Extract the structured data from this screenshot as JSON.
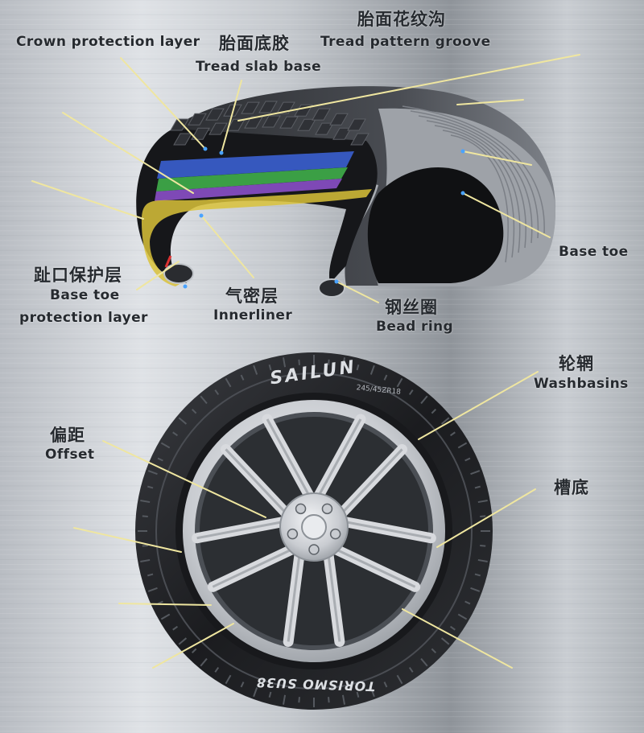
{
  "colors": {
    "background": "#c7cbd0",
    "tire_rubber": "#1a1b1e",
    "tread_dark": "#2a2c30",
    "rim_silver": "#d8dade",
    "leader_line": "#efe6a0",
    "label_text": "#262a2f",
    "layer_blue": "#3a5fd0",
    "layer_green": "#3fae4a",
    "layer_purple": "#8a4fc8",
    "layer_yellow": "#d9c23a"
  },
  "labels": {
    "tread_groove_cn": "胎面花纹沟",
    "crown_protection_en": "Crown protection layer",
    "tread_base_cn": "胎面底胶",
    "tread_groove_en": "Tread pattern groove",
    "tread_base_en": "Tread slab base",
    "base_toe_en": "Base toe",
    "toe_protection_cn": "趾口保护层",
    "toe_protection_en_1": "Base toe",
    "toe_protection_en_2": "protection layer",
    "innerliner_cn": "气密层",
    "innerliner_en": "Innerliner",
    "bead_ring_cn": "钢丝圈",
    "bead_ring_en": "Bead ring",
    "rim_cn": "轮辋",
    "rim_en": "Washbasins",
    "offset_cn": "偏距",
    "offset_en": "Offset",
    "groove_bottom_cn": "槽底"
  },
  "tire_markings": {
    "brand": "SAILUN",
    "size": "245/45ZR18",
    "model": "TORISMO SU38"
  }
}
